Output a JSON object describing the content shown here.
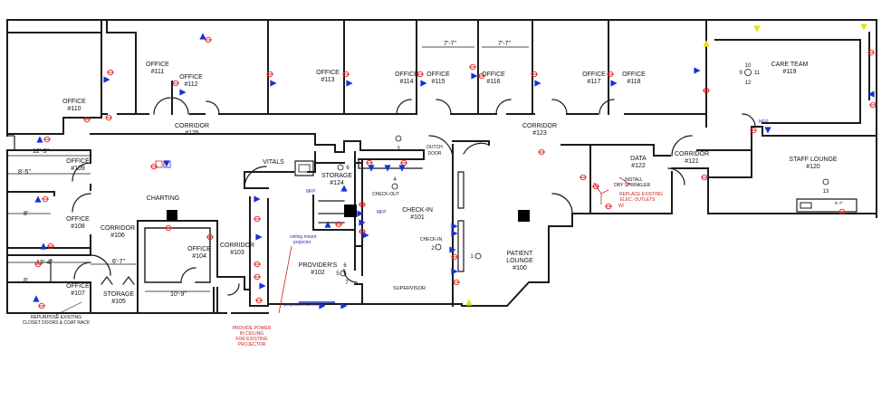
{
  "rooms": [
    {
      "name": "OFFICE",
      "num": "#111"
    },
    {
      "name": "OFFICE",
      "num": "#112"
    },
    {
      "name": "OFFICE",
      "num": "#113"
    },
    {
      "name": "OFFICE",
      "num": "#114"
    },
    {
      "name": "OFFICE",
      "num": "#115"
    },
    {
      "name": "OFFICE",
      "num": "#116"
    },
    {
      "name": "OFFICE",
      "num": "#117"
    },
    {
      "name": "OFFICE",
      "num": "#118"
    },
    {
      "name": "CARE TEAM",
      "num": "#119"
    },
    {
      "name": "OFFICE",
      "num": "#110"
    },
    {
      "name": "CORRIDOR",
      "num": "#125"
    },
    {
      "name": "CORRIDOR",
      "num": "#123"
    },
    {
      "name": "OFFICE",
      "num": "#109"
    },
    {
      "name": "OFFICE",
      "num": "#108"
    },
    {
      "name": "OFFICE",
      "num": "#107"
    },
    {
      "name": "CORRIDOR",
      "num": "#106"
    },
    {
      "name": "STORAGE",
      "num": "#105"
    },
    {
      "name": "OFFICE",
      "num": "#104"
    },
    {
      "name": "CORRIDOR",
      "num": "#103"
    },
    {
      "name": "PROVIDER'S",
      "num": "#102"
    },
    {
      "name": "STORAGE",
      "num": "#124"
    },
    {
      "name": "CHECK-IN",
      "num": "#101"
    },
    {
      "name": "PATIENT LOUNGE",
      "num": "#100"
    },
    {
      "name": "DATA",
      "num": "#122"
    },
    {
      "name": "CORRIDOR",
      "num": "#121"
    },
    {
      "name": "STAFF LOUNGE",
      "num": "#120"
    }
  ],
  "labels": {
    "vitals": "VITALS",
    "charting": "CHARTING",
    "checkout": "CHECK-OUT",
    "checkin_small": "CHECK-IN",
    "supervisor": "SUPERVISOR",
    "dutch_door_1": "DUTCH",
    "dutch_door_2": "DOOR",
    "mfp_a": "MFP",
    "mfp_b": "MFP",
    "mfp_c": "MFP",
    "ceiling_mount_1": "ceiling mount",
    "ceiling_mount_2": "projector",
    "projection_screen": "projection screen",
    "install_dry_1": "INSTALL",
    "install_dry_2": "DRY SPRINKLER"
  },
  "dimensions": {
    "d1": "7'-7\"",
    "d2": "7'-7\"",
    "d3": "12'-3\"",
    "d4": "8'-5\"",
    "d5": "8'",
    "d6": "13'-4\"",
    "d7": "6'-7\"",
    "d8": "8'",
    "d9": "10'-9\"",
    "d10": "6'-7\""
  },
  "notes": {
    "repurpose_1": "REPURPOSE EXISTING",
    "repurpose_2": "CLOSET DOORS & COAT RACK",
    "provide_1": "PROVIDE POWER",
    "provide_2": "IN CEILING",
    "provide_3": "FOR EXISTING",
    "provide_4": "PROJECTOR",
    "replace_1": "REPLACE EXISTING",
    "replace_2": "ELEC. OUTLETS",
    "replace_3": "W/"
  },
  "keynotes": {
    "k1": "1",
    "k2": "2",
    "k3": "3",
    "k4": "4",
    "k5": "5",
    "k6": "6",
    "k7": "7",
    "k9": "9",
    "k10": "10",
    "k11": "11",
    "k12": "12",
    "k13": "13",
    "k6b": "6"
  },
  "colors": {
    "wall": "#1a1a1a",
    "outlet": "#e02020",
    "data_jack": "#1a2fd6",
    "note": "#d02020",
    "annotation": "#2030b0",
    "sensor": "#e8e000"
  },
  "icons": {
    "outlet": "duplex-receptacle-icon",
    "data": "data-jack-triangle-icon",
    "column": "structural-column-icon",
    "keynote": "keynote-circle-icon",
    "sensor": "yellow-sensor-triangle-icon"
  }
}
